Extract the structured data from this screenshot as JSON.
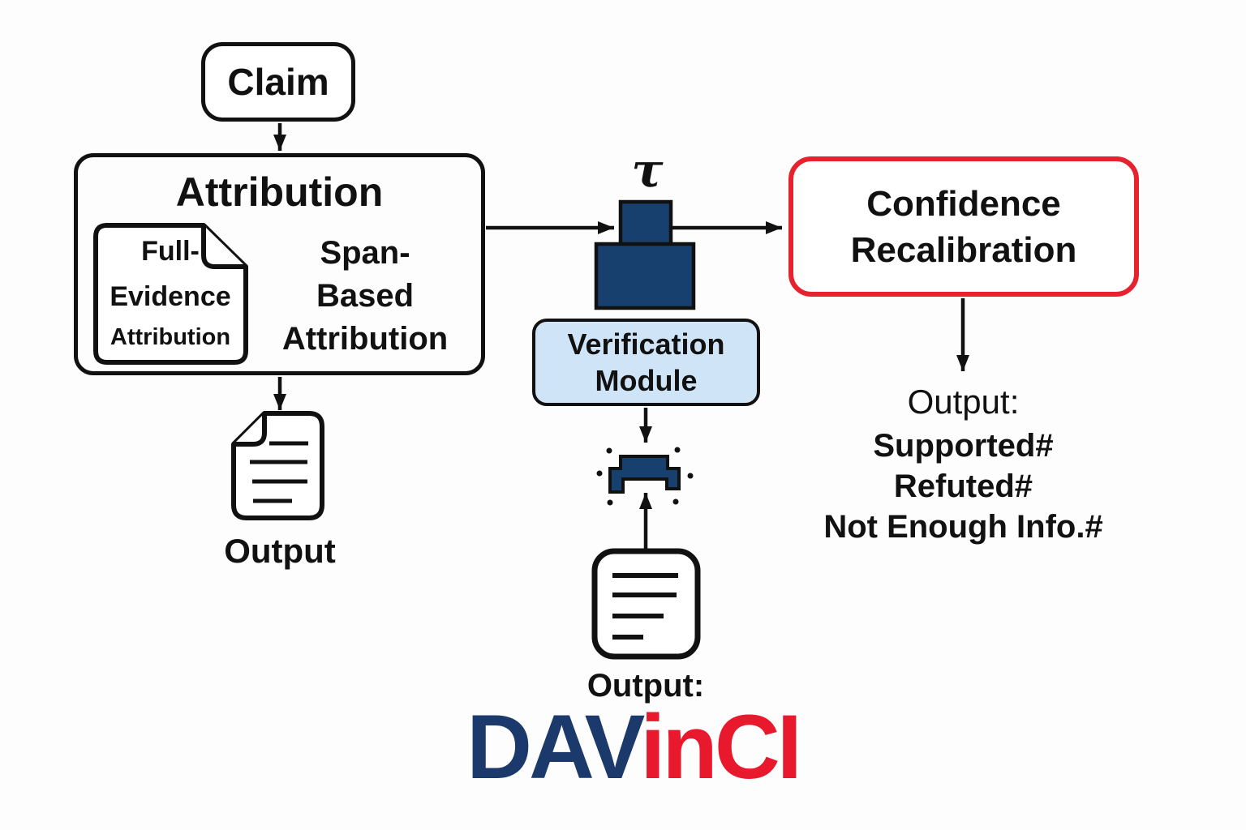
{
  "diagram": {
    "claim": {
      "label": "Claim"
    },
    "attribution": {
      "title": "Attribution",
      "full_evidence_doc_lines": [
        "Full-",
        "Evidence",
        "Attribution"
      ],
      "span_lines": [
        "Span-",
        "Based",
        "Attribution"
      ]
    },
    "left_output": {
      "label": "Output"
    },
    "threshold": {
      "symbol": "τ"
    },
    "verification_module": {
      "label_lines": [
        "Verification",
        "Module"
      ]
    },
    "bottom_output": {
      "label": "Output:"
    },
    "confidence_recalibration": {
      "title_lines": [
        "Confidence",
        "Recalibration"
      ]
    },
    "final_output": {
      "heading": "Output:",
      "items": [
        "Supported#",
        "Refuted#",
        "Not Enough Info.#"
      ]
    },
    "logo": {
      "part_navy": "DAV",
      "part_red": "inCI"
    },
    "icons": [
      "document-folded-corner-icon",
      "stamp-icon",
      "stamp-impression-icon",
      "document-lines-icon"
    ],
    "colors": {
      "stamp_navy": "#17406e",
      "verification_blue": "#cfe4f6",
      "confidence_border_red": "#e8212f",
      "logo_navy": "#1b3a6b",
      "logo_red": "#e8192c",
      "line_black": "#111111"
    }
  }
}
